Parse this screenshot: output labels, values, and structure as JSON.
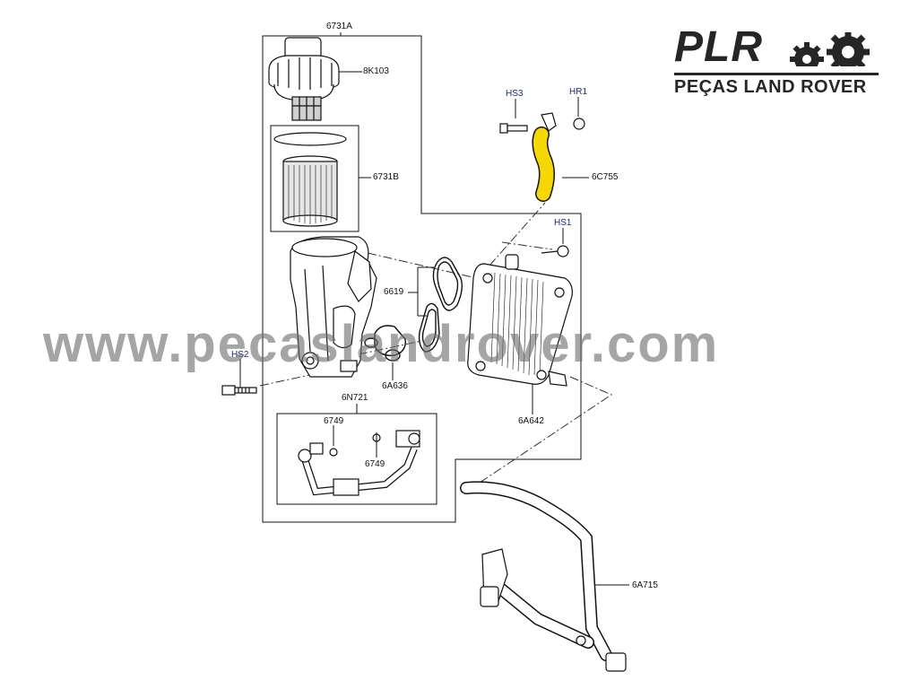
{
  "logo": {
    "main": "PLR",
    "sub": "PEÇAS LAND ROVER",
    "icon": "gears-icon"
  },
  "watermark": "www.pecaslandrover.com",
  "colors": {
    "highlight_part": "#f5d800",
    "line": "#111111",
    "ref_label": "#1a2a78",
    "watermark": "#6e6e6e"
  },
  "labels": {
    "l6731A": "6731A",
    "l8K103": "8K103",
    "l6731B": "6731B",
    "l6619": "6619",
    "l6A636": "6A636",
    "l6A642": "6A642",
    "l6N721": "6N721",
    "l6749a": "6749",
    "l6749b": "6749",
    "l6C755": "6C755",
    "l6A715": "6A715",
    "hs3": "HS3",
    "hr1": "HR1",
    "hs1": "HS1",
    "hs2": "HS2"
  }
}
